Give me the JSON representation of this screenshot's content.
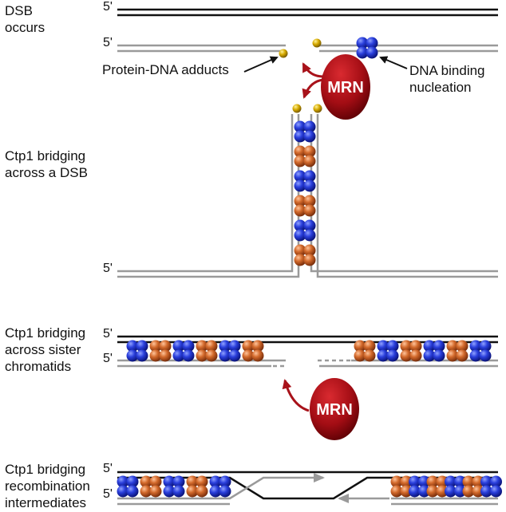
{
  "labels": {
    "dsb_occurs": [
      "DSB",
      "occurs"
    ],
    "bridging_dsb": [
      "Ctp1 bridging",
      "across a DSB"
    ],
    "bridging_sister": [
      "Ctp1 bridging",
      "across sister",
      "chromatids"
    ],
    "bridging_recomb": [
      "Ctp1 bridging",
      "recombination",
      "intermediates"
    ]
  },
  "annotations": {
    "adducts": "Protein-DNA adducts",
    "dna_binding": [
      "DNA binding",
      "nucleation"
    ],
    "mrn": "MRN"
  },
  "five_prime": "5'",
  "colors": {
    "black_strand": "#111111",
    "gray_strand": "#9a9a9a",
    "mrn": "#a00d12",
    "adduct": "#d4a800",
    "ctp1_blue": "#1f2fc4",
    "ctp1_orange": "#c8612a",
    "arrow_red": "#a8121a"
  }
}
